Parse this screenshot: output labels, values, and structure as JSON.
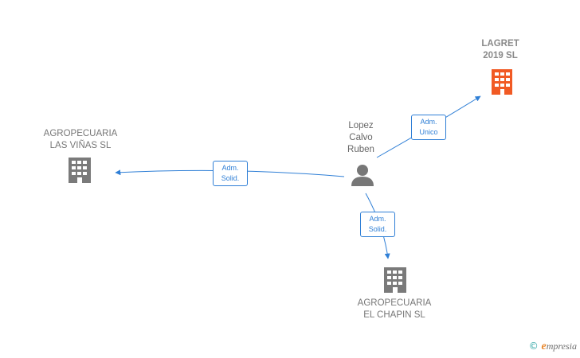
{
  "nodes": {
    "center": {
      "label": "Lopez\nCalvo\nRuben"
    },
    "lagret": {
      "label": "LAGRET\n2019  SL"
    },
    "las_vinas": {
      "label": "AGROPECUARIA\nLAS VIÑAS SL"
    },
    "el_chapin": {
      "label": "AGROPECUARIA\nEL CHAPIN  SL"
    }
  },
  "edges": {
    "to_lagret": {
      "label": "Adm.\nUnico"
    },
    "to_las_vinas": {
      "label": "Adm.\nSolid."
    },
    "to_el_chapin": {
      "label": "Adm.\nSolid."
    }
  },
  "colors": {
    "edge": "#2f7fd6",
    "company": "#7a7a7a",
    "highlight_company": "#f15a24",
    "person": "#777777"
  },
  "footer": {
    "copyright": "©",
    "brand_initial": "e",
    "brand_rest": "mpresia"
  }
}
